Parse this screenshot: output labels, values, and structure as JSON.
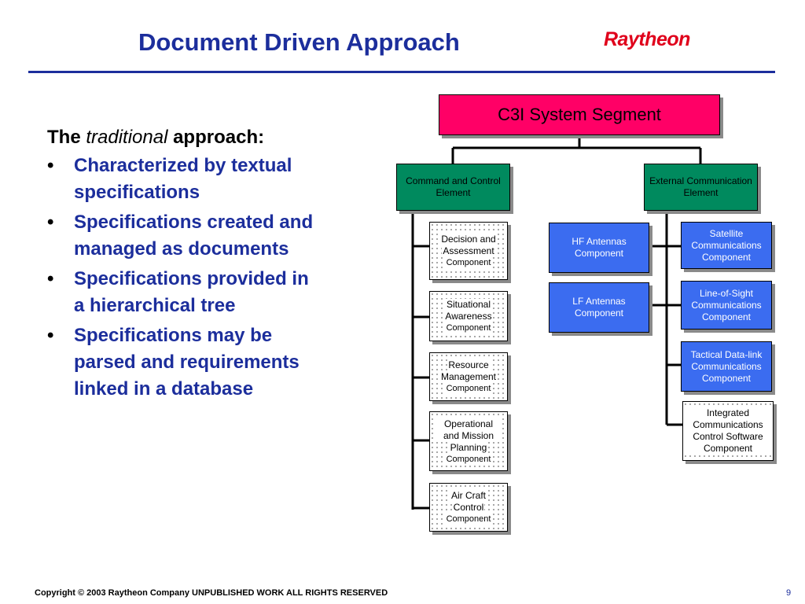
{
  "title": "Document Driven Approach",
  "logo_text": "Raytheon",
  "left": {
    "intro_prefix": "The",
    "intro_emph": "traditional",
    "intro_suffix": "approach:",
    "bullet_symbol": "•",
    "bullets": [
      "Characterized by textual specifications",
      "Specifications created and managed as documents",
      "Specifications provided in a hierarchical tree",
      "Specifications may be parsed and requirements linked in a database"
    ]
  },
  "diagram": {
    "root": "C3I System Segment",
    "command_element": "Command and Control Element",
    "external_element": "External Communication Element",
    "command_components": [
      {
        "line1": "Decision and",
        "line2": "Assessment",
        "sub": "Component"
      },
      {
        "line1": "Situational",
        "line2": "Awareness",
        "sub": "Component"
      },
      {
        "line1": "Resource",
        "line2": "Management",
        "sub": "Component"
      },
      {
        "line1": "Operational and Mission",
        "line2": "Planning",
        "sub": "Component"
      },
      {
        "line1": "Air Craft",
        "line2": "Control",
        "sub": "Component"
      }
    ],
    "hf": "HF Antennas Component",
    "lf": "LF Antennas Component",
    "satellite": "Satellite Communications Component",
    "los": "Line-of-Sight Communications Component",
    "tactical": "Tactical Data-link Communications Component",
    "integrated": "Integrated Communications Control Software Component"
  },
  "colors": {
    "title_blue": "#1c2e9c",
    "logo_red": "#e0001b",
    "root_fill": "#ff0066",
    "element_fill": "#008a5e",
    "component_fill": "#3b6cf0"
  },
  "footer": {
    "copyright": "Copyright © 2003 Raytheon Company UNPUBLISHED WORK ALL RIGHTS RESERVED",
    "page": "9"
  }
}
